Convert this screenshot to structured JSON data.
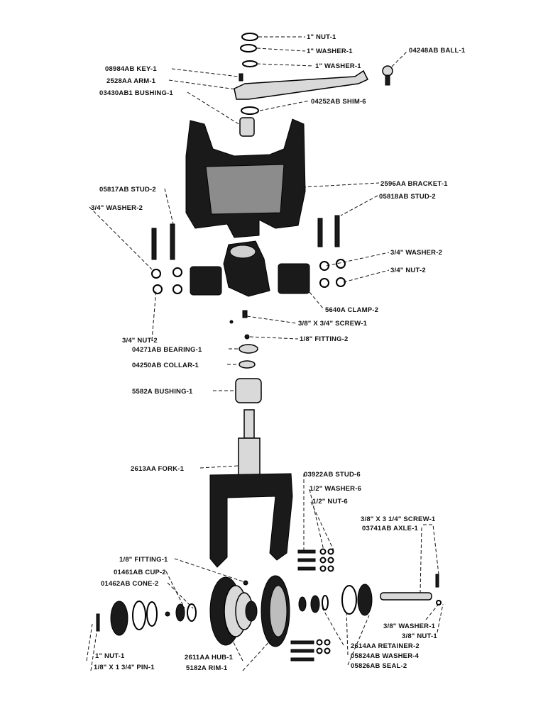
{
  "diagram": {
    "kind": "exploded-parts-view",
    "labels": {
      "nut_top": "1\" NUT-1",
      "washer_top": "1\" WASHER-1",
      "washer_top2": "1\" WASHER-1",
      "ball": "04248AB BALL-1",
      "key": "08984AB KEY-1",
      "arm": "2528AA ARM-1",
      "bushing_top": "03430AB1 BUSHING-1",
      "shim": "04252AB SHIM-6",
      "bracket": "2596AA BRACKET-1",
      "stud_left": "05817AB STUD-2",
      "stud_right": "05818AB STUD-2",
      "washer_left": "3/4\" WASHER-2",
      "washer_right": "3/4\" WASHER-2",
      "nut_right": "3/4\" NUT-2",
      "clamp": "5640A CLAMP-2",
      "screw_mid": "3/8\" X 3/4\" SCREW-1",
      "nut_left": "3/4\" NUT-2",
      "fitting_mid": "1/8\" FITTING-2",
      "bearing": "04271AB BEARING-1",
      "collar": "04250AB COLLAR-1",
      "bushing_mid": "5582A BUSHING-1",
      "fork": "2613AA FORK-1",
      "stud_6": "03922AB STUD-6",
      "washer_half": "1/2\" WASHER-6",
      "nut_half": "1/2\" NUT-6",
      "screw_axle": "3/8\" X 3 1/4\" SCREW-1",
      "axle": "03741AB AXLE-1",
      "fitting_low": "1/8\" FITTING-1",
      "cup": "01461AB CUP-2",
      "cone": "01462AB CONE-2",
      "washer_38": "3/8\" WASHER-1",
      "nut_38": "3/8\" NUT-1",
      "retainer": "2614AA RETAINER-2",
      "washer_4": "05824AB WASHER-4",
      "seal": "05826AB SEAL-2",
      "nut_1_low": "1\" NUT-1",
      "pin": "1/8\" X 1 3/4\" PIN-1",
      "hub": "2611AA HUB-1",
      "rim": "5182A RIM-1"
    }
  }
}
